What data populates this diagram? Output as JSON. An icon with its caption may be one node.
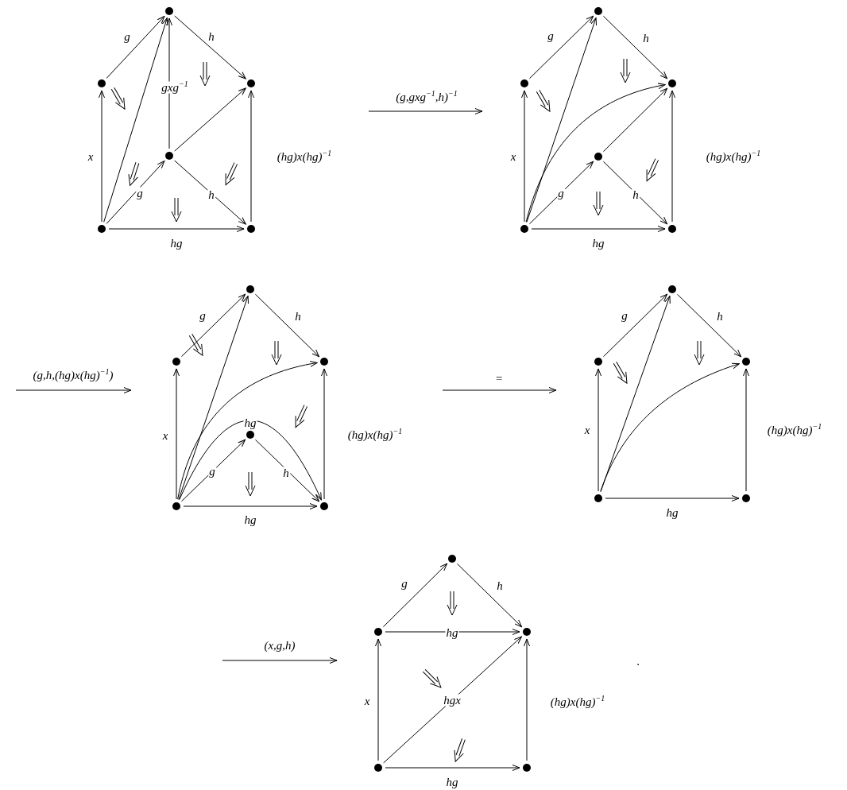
{
  "diagram": {
    "nodes": [
      {
        "text": [],
        "shape": "circle"
      },
      {
        "text": [],
        "shape": "circle"
      },
      {
        "text": [],
        "shape": "circle"
      },
      {
        "text": [],
        "shape": "circle"
      },
      {
        "text": [],
        "shape": "circle"
      },
      {
        "text": [],
        "shape": "circle"
      },
      {
        "text": [],
        "shape": "circle"
      },
      {
        "text": [],
        "shape": "circle"
      },
      {
        "text": [],
        "shape": "circle"
      },
      {
        "text": [],
        "shape": "circle"
      },
      {
        "text": [],
        "shape": "circle"
      },
      {
        "text": [],
        "shape": "circle"
      },
      {
        "text": [],
        "shape": "circle"
      },
      {
        "text": [],
        "shape": "circle"
      },
      {
        "text": [],
        "shape": "circle"
      },
      {
        "text": [],
        "shape": "circle"
      },
      {
        "text": [],
        "shape": "circle"
      },
      {
        "text": [],
        "shape": "circle"
      },
      {
        "text": [],
        "shape": "circle"
      },
      {
        "text": [],
        "shape": "circle"
      },
      {
        "text": [],
        "shape": "circle"
      },
      {
        "text": [],
        "shape": "circle"
      },
      {
        "text": [],
        "shape": "circle"
      },
      {
        "text": [],
        "shape": "circle"
      },
      {
        "text": [],
        "shape": "circle"
      },
      {
        "text": [],
        "shape": "circle"
      },
      {
        "text": [],
        "shape": "circle"
      },
      {
        "text": [],
        "shape": "circle"
      }
    ],
    "edges": [
      {
        "from": 1,
        "to": 0,
        "arrow": "to",
        "label": "g"
      },
      {
        "from": 0,
        "to": 2,
        "arrow": "to",
        "label": "h"
      },
      {
        "from": 4,
        "to": 1,
        "arrow": "to",
        "label": "x"
      },
      {
        "from": 5,
        "to": 2,
        "arrow": "to",
        "label": "(hg)x(hg)$^{−1}$"
      },
      {
        "from": 4,
        "to": 5,
        "arrow": "to",
        "label": "hg"
      },
      {
        "from": 4,
        "to": 0,
        "arrow": "to"
      },
      {
        "from": 3,
        "to": 0,
        "arrow": "to",
        "label": "gxg$^{−1}$"
      },
      {
        "from": 3,
        "to": 2,
        "arrow": "to"
      },
      {
        "from": 4,
        "to": 3,
        "arrow": "to",
        "label": "g"
      },
      {
        "from": 3,
        "to": 5,
        "arrow": "to",
        "label": "h"
      },
      {
        "from": 7,
        "to": 6,
        "arrow": "to",
        "label": "g"
      },
      {
        "from": 6,
        "to": 8,
        "arrow": "to",
        "label": "h"
      },
      {
        "from": 10,
        "to": 7,
        "arrow": "to",
        "label": "x"
      },
      {
        "from": 11,
        "to": 8,
        "arrow": "to",
        "label": "(hg)x(hg)$^{−1}$"
      },
      {
        "from": 10,
        "to": 11,
        "arrow": "to",
        "label": "hg"
      },
      {
        "from": 10,
        "to": 6,
        "arrow": "to"
      },
      {
        "from": 10,
        "to": 8,
        "arrow": "to"
      },
      {
        "from": 9,
        "to": 8,
        "arrow": "to"
      },
      {
        "from": 10,
        "to": 9,
        "arrow": "to",
        "label": "g"
      },
      {
        "from": 9,
        "to": 11,
        "arrow": "to",
        "label": "h"
      },
      {
        "from": 13,
        "to": 12,
        "arrow": "to",
        "label": "g"
      },
      {
        "from": 12,
        "to": 14,
        "arrow": "to",
        "label": "h"
      },
      {
        "from": 16,
        "to": 13,
        "arrow": "to",
        "label": "x"
      },
      {
        "from": 17,
        "to": 14,
        "arrow": "to",
        "label": "(hg)x(hg)$^{−1}$"
      },
      {
        "from": 16,
        "to": 17,
        "arrow": "to",
        "label": "hg"
      },
      {
        "from": 16,
        "to": 12,
        "arrow": "to"
      },
      {
        "from": 16,
        "to": 14,
        "arrow": "to"
      },
      {
        "from": 16,
        "to": 17,
        "arrow": "to",
        "label": "hg"
      },
      {
        "from": 16,
        "to": 15,
        "arrow": "to",
        "label": "g"
      },
      {
        "from": 15,
        "to": 17,
        "arrow": "to",
        "label": "h"
      },
      {
        "from": 19,
        "to": 18,
        "arrow": "to",
        "label": "g"
      },
      {
        "from": 18,
        "to": 20,
        "arrow": "to",
        "label": "h"
      },
      {
        "from": 21,
        "to": 19,
        "arrow": "to",
        "label": "x"
      },
      {
        "from": 22,
        "to": 20,
        "arrow": "to",
        "label": "(hg)x(hg)$^{−1}$"
      },
      {
        "from": 21,
        "to": 22,
        "arrow": "to",
        "label": "hg"
      },
      {
        "from": 21,
        "to": 18,
        "arrow": "to"
      },
      {
        "from": 21,
        "to": 20,
        "arrow": "to"
      },
      {
        "from": 24,
        "to": 23,
        "arrow": "to",
        "label": "g"
      },
      {
        "from": 23,
        "to": 25,
        "arrow": "to",
        "label": "h"
      },
      {
        "from": 24,
        "to": 25,
        "arrow": "to",
        "label": "hg"
      },
      {
        "from": 26,
        "to": 24,
        "arrow": "to",
        "label": "x"
      },
      {
        "from": 27,
        "to": 25,
        "arrow": "to",
        "label": "(hg)x(hg)$^{−1}$"
      },
      {
        "from": 26,
        "to": 27,
        "arrow": "to",
        "label": "hg"
      },
      {
        "from": 26,
        "to": 25,
        "arrow": "to",
        "label": "hgx"
      }
    ],
    "labels": [
      "(g,gxg$^{−1}$,h)$^{−1}$",
      "(g,h,(hg)x(hg)$^{−1}$)",
      "=",
      "(x,g,h)",
      "."
    ]
  }
}
